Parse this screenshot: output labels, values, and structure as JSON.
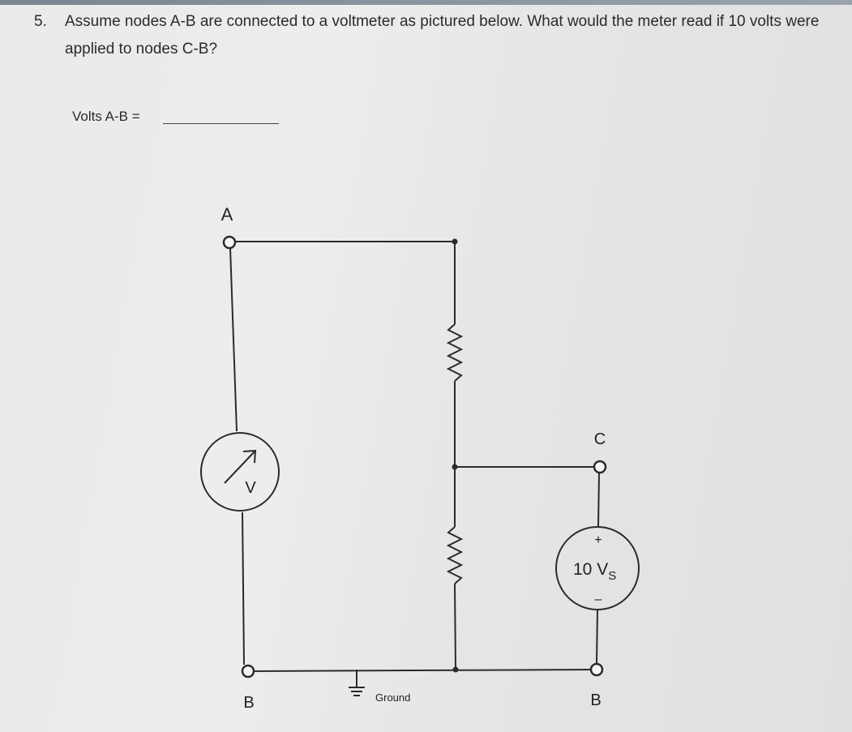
{
  "question": {
    "number": "5.",
    "text": "Assume nodes A-B are connected to a voltmeter as pictured below.  What would the meter read if 10 volts were applied to nodes C-B?"
  },
  "answer": {
    "label": "Volts A-B ="
  },
  "diagram": {
    "node_a": "A",
    "node_b_left": "B",
    "node_b_right": "B",
    "node_c": "C",
    "meter_symbol": "V",
    "source_plus": "+",
    "source_minus": "–",
    "source_value": "10 V",
    "source_subscript": "S",
    "ground_label": "Ground",
    "wire_color": "#2b2b2b"
  }
}
